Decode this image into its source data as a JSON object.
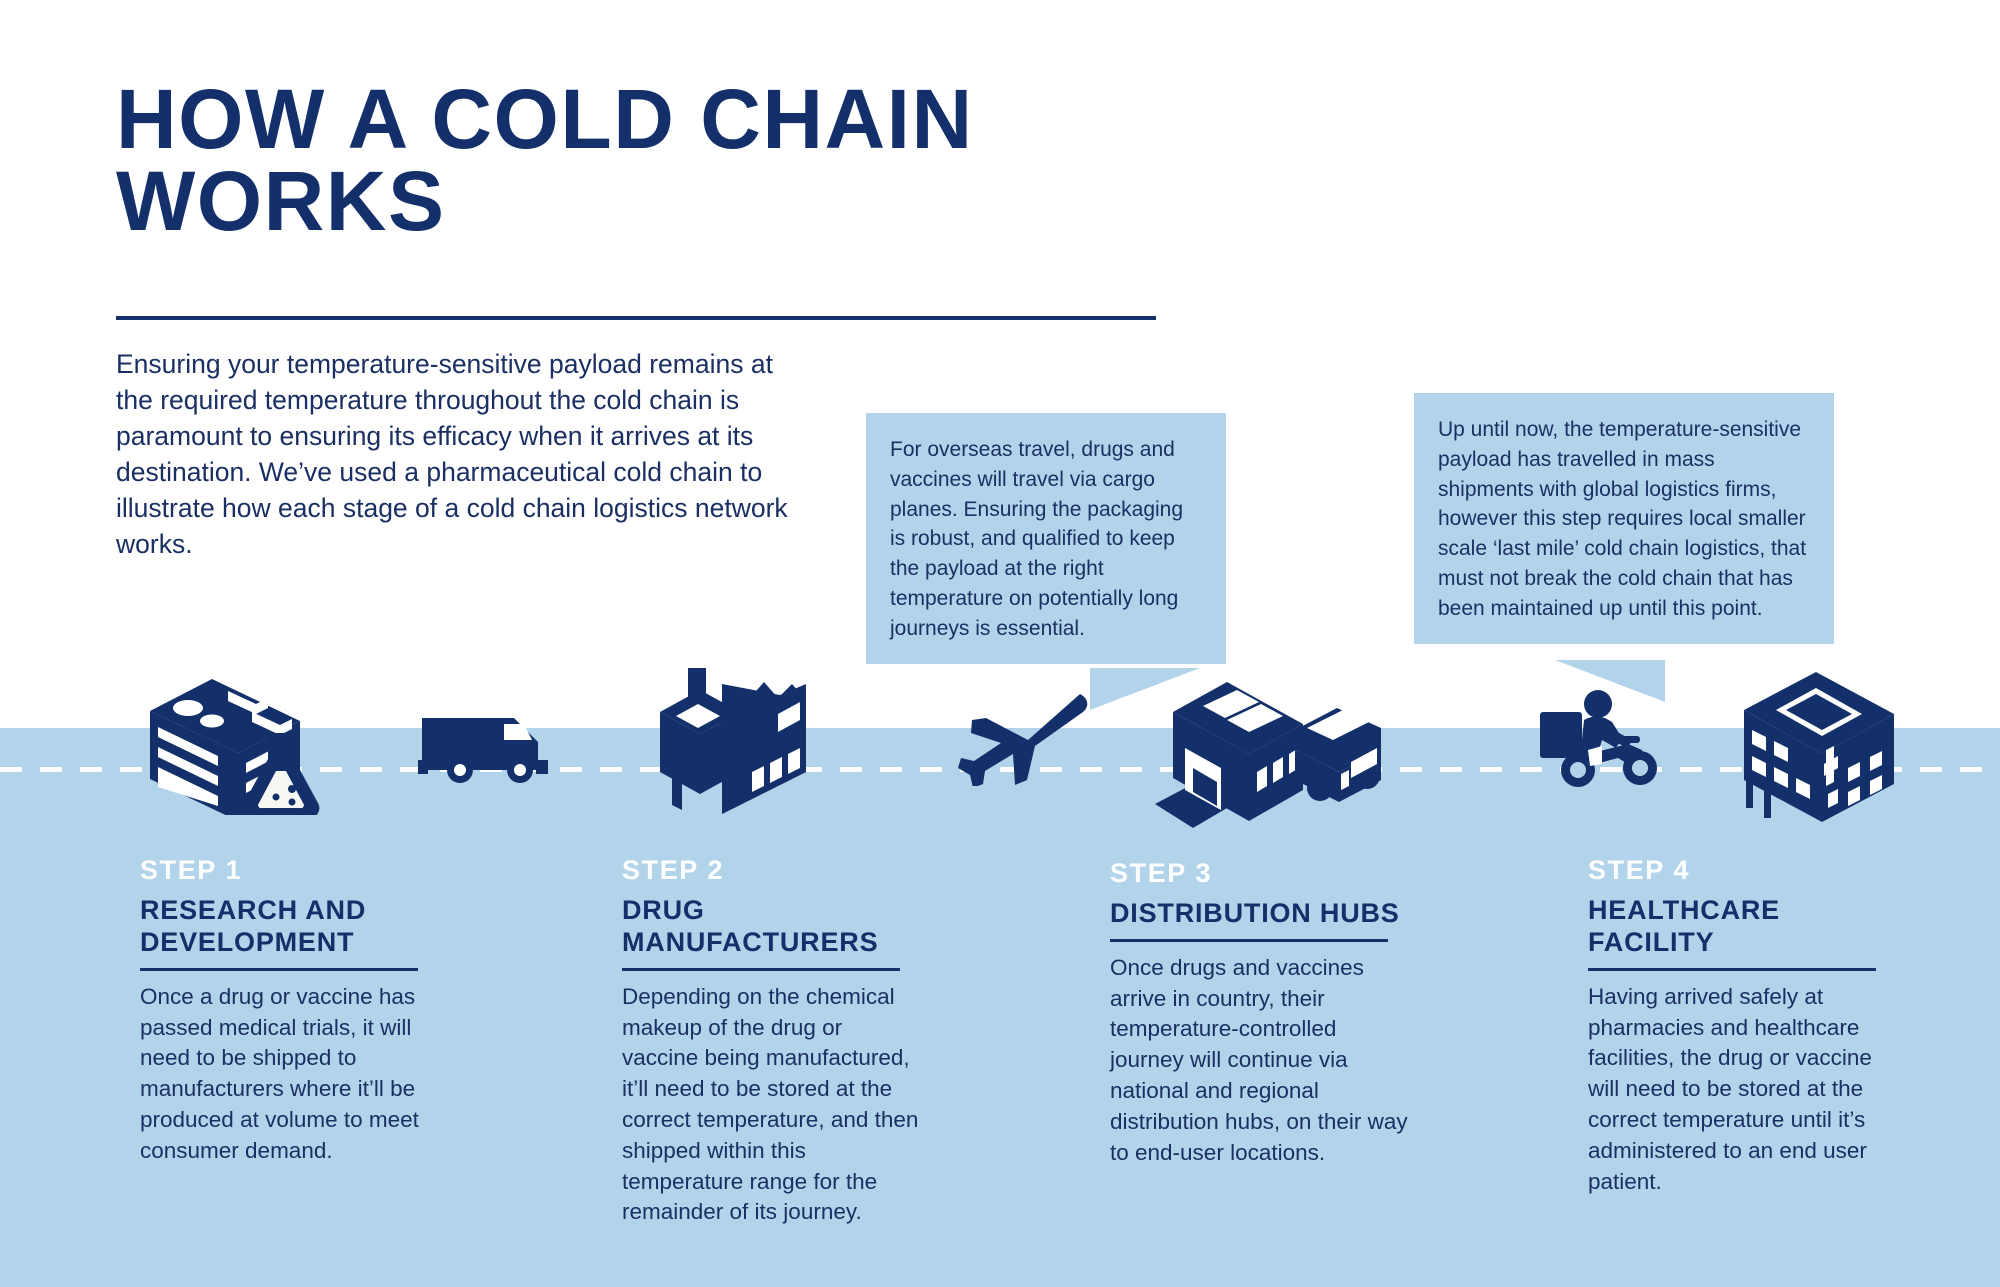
{
  "header": {
    "title": "HOW A COLD CHAIN WORKS",
    "intro": "Ensuring your temperature-sensitive payload remains at the required temperature throughout the cold chain is paramount to ensuring its efficacy when it arrives at its destination. We’ve used a pharmaceutical cold chain to illustrate how each stage of  a cold chain logistics network works."
  },
  "colors": {
    "navy": "#14306b",
    "text_navy": "#1b2f63",
    "light_blue": "#b2d4ea",
    "white": "#ffffff"
  },
  "callouts": [
    {
      "id": "air-freight-callout",
      "text": "For overseas travel, drugs and vaccines will travel via cargo planes. Ensuring the packaging is robust, and qualified to keep the payload at the right temperature on potentially long journeys is essential."
    },
    {
      "id": "last-mile-callout",
      "text": "Up until now, the temperature-sensitive payload has travelled in mass shipments with global logistics firms, however this step requires local smaller scale ‘last mile’ cold chain logistics, that must not break the cold chain that has been maintained up until this point."
    }
  ],
  "steps": [
    {
      "kicker": "STEP 1",
      "title": "RESEARCH AND DEVELOPMENT",
      "body": "Once a drug or vaccine has passed medical trials, it will need to be shipped to manufacturers where it’ll be produced at volume to meet consumer demand."
    },
    {
      "kicker": "STEP 2",
      "title": "DRUG MANUFACTURERS",
      "body": "Depending on the chemical makeup of the drug or vaccine being manufactured, it’ll need to be stored at the correct temperature, and then shipped within this temperature range for the remainder of its journey."
    },
    {
      "kicker": "STEP 3",
      "title": "DISTRIBUTION HUBS",
      "body": "Once drugs and vaccines arrive in country, their temperature-controlled journey will continue via national and regional distribution hubs, on their way to end-user locations."
    },
    {
      "kicker": "STEP 4",
      "title": "HEALTHCARE FACILITY",
      "body": "Having arrived safely at pharmacies and healthcare facilities, the drug or vaccine will need to be stored at the correct temperature until it’s administered to an end user patient."
    }
  ],
  "icons": [
    {
      "name": "research-lab-building-icon"
    },
    {
      "name": "delivery-van-icon"
    },
    {
      "name": "factory-icon"
    },
    {
      "name": "cargo-plane-icon"
    },
    {
      "name": "distribution-warehouse-truck-icon"
    },
    {
      "name": "delivery-motorcycle-icon"
    },
    {
      "name": "hospital-building-icon"
    }
  ]
}
